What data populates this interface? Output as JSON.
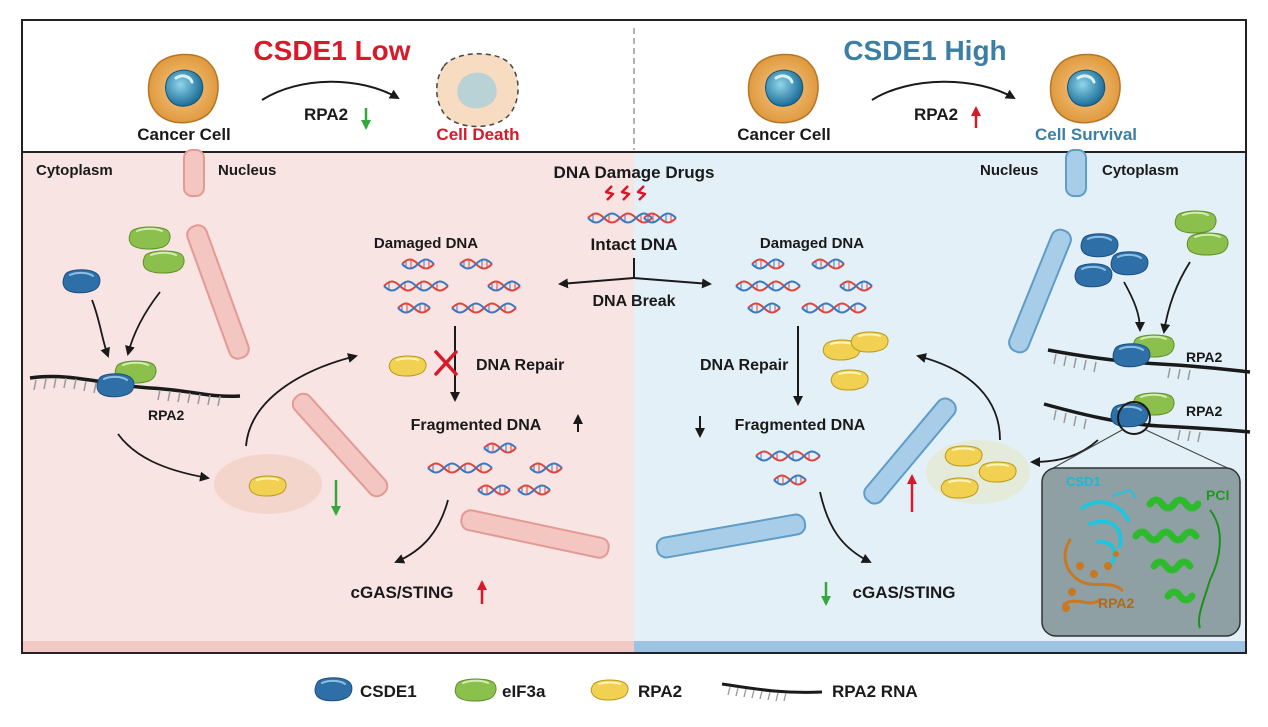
{
  "header": {
    "left_title": "CSDE1 Low",
    "right_title": "CSDE1 High",
    "left_cancer_cell": "Cancer Cell",
    "right_cancer_cell": "Cancer Cell",
    "left_rpa2": "RPA2",
    "right_rpa2": "RPA2",
    "left_outcome": "Cell Death",
    "right_outcome": "Cell Survival"
  },
  "center": {
    "drugs": "DNA Damage Drugs",
    "intact": "Intact DNA",
    "break": "DNA Break"
  },
  "left_panel": {
    "cytoplasm": "Cytoplasm",
    "nucleus": "Nucleus",
    "damaged": "Damaged DNA",
    "repair": "DNA Repair",
    "fragmented": "Fragmented DNA",
    "cgas": "cGAS/STING",
    "rpa2_rna": "RPA2"
  },
  "right_panel": {
    "nucleus": "Nucleus",
    "cytoplasm": "Cytoplasm",
    "damaged": "Damaged DNA",
    "repair": "DNA Repair",
    "fragmented": "Fragmented DNA",
    "cgas": "cGAS/STING",
    "rpa2_rna_1": "RPA2",
    "rpa2_rna_2": "RPA2"
  },
  "structure_inset": {
    "csd1": "CSD1",
    "pci": "PCI",
    "rpa2": "RPA2"
  },
  "legend": {
    "csde1": "CSDE1",
    "eif3a": "eIF3a",
    "rpa2": "RPA2",
    "rpa2_rna": "RPA2 RNA"
  },
  "colors": {
    "low_title": "#d7192a",
    "high_title": "#3b7fa5",
    "left_bg": "#f8e4e3",
    "right_bg": "#e3f0f8",
    "csde1": "#2f6fa8",
    "eif3a": "#8cc04d",
    "rpa2": "#f2d052",
    "dna_red": "#e0443c",
    "dna_blue": "#3a78c0",
    "up_arrow": "#d7192a",
    "down_arrow": "#35a83d"
  }
}
